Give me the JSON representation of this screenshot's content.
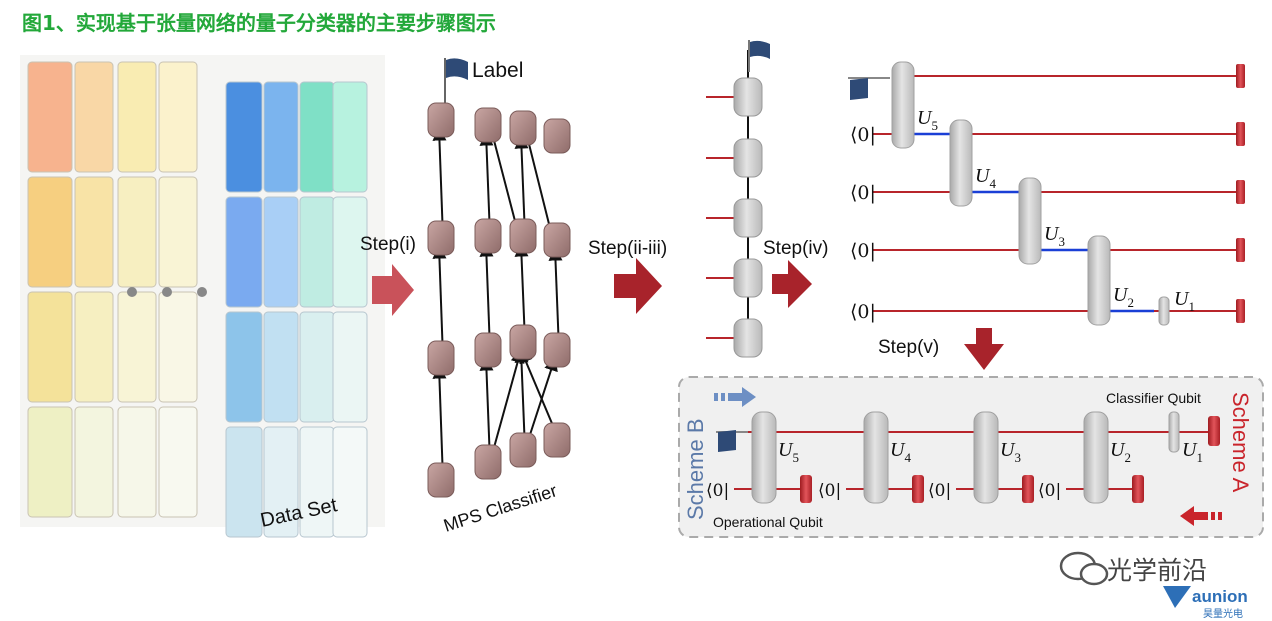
{
  "figure": {
    "title": "图1、实现基于张量网络的量子分类器的主要步骤图示"
  },
  "panel_left": {
    "data_set_label": "Data Set",
    "mps_label": "MPS Classifier",
    "label_flag_text": "Label"
  },
  "steps": {
    "step_i": "Step(i)",
    "step_ii_iii": "Step(ii-iii)",
    "step_iv": "Step(iv)",
    "step_v": "Step(v)"
  },
  "circuit_top": {
    "ket": "⟨0|",
    "unitaries": [
      {
        "letter": "U",
        "sub": "5"
      },
      {
        "letter": "U",
        "sub": "4"
      },
      {
        "letter": "U",
        "sub": "3"
      },
      {
        "letter": "U",
        "sub": "2"
      },
      {
        "letter": "U",
        "sub": "1"
      }
    ]
  },
  "circuit_bottom": {
    "classifier_qubit": "Classifier Qubit",
    "operational_qubit": "Operational Qubit",
    "scheme_a": "Scheme A",
    "scheme_b": "Scheme B",
    "ket": "⟨0|",
    "unitaries": [
      {
        "letter": "U",
        "sub": "5"
      },
      {
        "letter": "U",
        "sub": "4"
      },
      {
        "letter": "U",
        "sub": "3"
      },
      {
        "letter": "U",
        "sub": "2"
      },
      {
        "letter": "U",
        "sub": "1"
      }
    ]
  },
  "watermark": {
    "text": "光学前沿",
    "brand": "aunion",
    "brand_sub": "昊量光电"
  },
  "colors": {
    "title_green": "#23a83a",
    "wire_red": "#b8252b",
    "coupling_blue": "#1a3fd6",
    "arrow_red": "#a8232b",
    "scheme_a_red": "#c9242b",
    "scheme_b_blue": "#5b79a8"
  }
}
